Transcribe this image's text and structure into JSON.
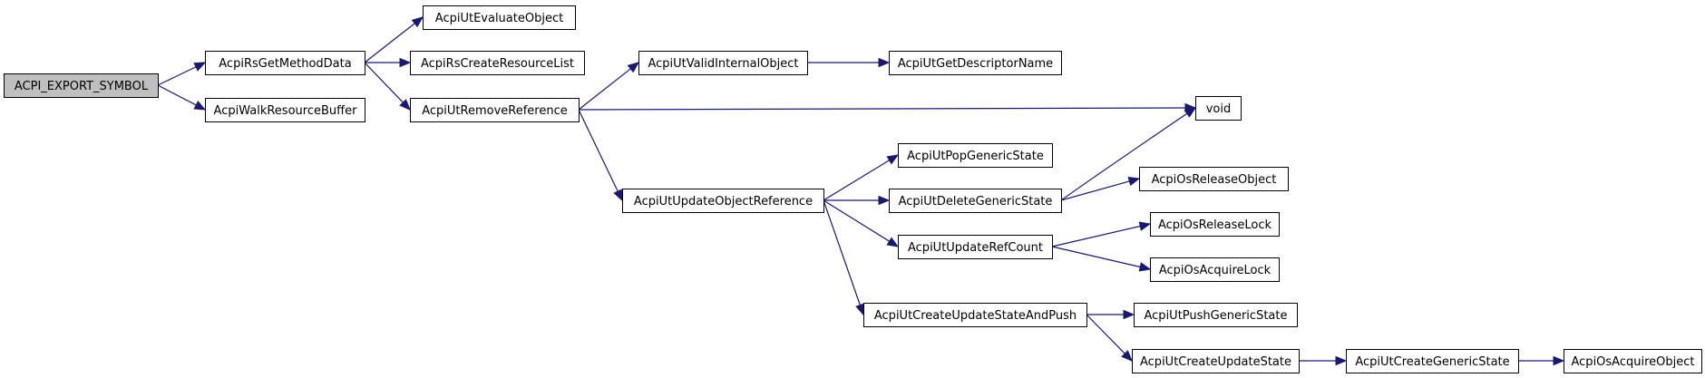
{
  "colors": {
    "edge": "#191970",
    "root_fill": "#bfbfbf",
    "node_fill": "#ffffff",
    "border": "#000000"
  },
  "nodes": [
    {
      "id": "n_root",
      "label": "ACPI_EXPORT_SYMBOL",
      "root": true
    },
    {
      "id": "n_rsgetmethod",
      "label": "AcpiRsGetMethodData"
    },
    {
      "id": "n_walkres",
      "label": "AcpiWalkResourceBuffer"
    },
    {
      "id": "n_evalobj",
      "label": "AcpiUtEvaluateObject"
    },
    {
      "id": "n_createres",
      "label": "AcpiRsCreateResourceList"
    },
    {
      "id": "n_removeref",
      "label": "AcpiUtRemoveReference"
    },
    {
      "id": "n_validint",
      "label": "AcpiUtValidInternalObject"
    },
    {
      "id": "n_descname",
      "label": "AcpiUtGetDescriptorName"
    },
    {
      "id": "n_void",
      "label": "void"
    },
    {
      "id": "n_updobjref",
      "label": "AcpiUtUpdateObjectReference"
    },
    {
      "id": "n_popgen",
      "label": "AcpiUtPopGenericState"
    },
    {
      "id": "n_delgen",
      "label": "AcpiUtDeleteGenericState"
    },
    {
      "id": "n_osrelobj",
      "label": "AcpiOsReleaseObject"
    },
    {
      "id": "n_updref",
      "label": "AcpiUtUpdateRefCount"
    },
    {
      "id": "n_osrellock",
      "label": "AcpiOsReleaseLock"
    },
    {
      "id": "n_osacqlock",
      "label": "AcpiOsAcquireLock"
    },
    {
      "id": "n_createupdpush",
      "label": "AcpiUtCreateUpdateStateAndPush"
    },
    {
      "id": "n_pushgen",
      "label": "AcpiUtPushGenericState"
    },
    {
      "id": "n_createupd",
      "label": "AcpiUtCreateUpdateState"
    },
    {
      "id": "n_creategen",
      "label": "AcpiUtCreateGenericState"
    },
    {
      "id": "n_osacqobj",
      "label": "AcpiOsAcquireObject"
    }
  ],
  "edges": [
    {
      "from": "n_root",
      "to": "n_rsgetmethod"
    },
    {
      "from": "n_root",
      "to": "n_walkres"
    },
    {
      "from": "n_rsgetmethod",
      "to": "n_evalobj"
    },
    {
      "from": "n_rsgetmethod",
      "to": "n_createres"
    },
    {
      "from": "n_rsgetmethod",
      "to": "n_removeref"
    },
    {
      "from": "n_removeref",
      "to": "n_validint"
    },
    {
      "from": "n_removeref",
      "to": "n_void"
    },
    {
      "from": "n_removeref",
      "to": "n_updobjref"
    },
    {
      "from": "n_validint",
      "to": "n_descname"
    },
    {
      "from": "n_updobjref",
      "to": "n_popgen"
    },
    {
      "from": "n_updobjref",
      "to": "n_delgen"
    },
    {
      "from": "n_updobjref",
      "to": "n_updref"
    },
    {
      "from": "n_updobjref",
      "to": "n_createupdpush"
    },
    {
      "from": "n_delgen",
      "to": "n_void"
    },
    {
      "from": "n_delgen",
      "to": "n_osrelobj"
    },
    {
      "from": "n_updref",
      "to": "n_osrellock"
    },
    {
      "from": "n_updref",
      "to": "n_osacqlock"
    },
    {
      "from": "n_createupdpush",
      "to": "n_pushgen"
    },
    {
      "from": "n_createupdpush",
      "to": "n_createupd"
    },
    {
      "from": "n_createupd",
      "to": "n_creategen"
    },
    {
      "from": "n_creategen",
      "to": "n_osacqobj"
    }
  ]
}
